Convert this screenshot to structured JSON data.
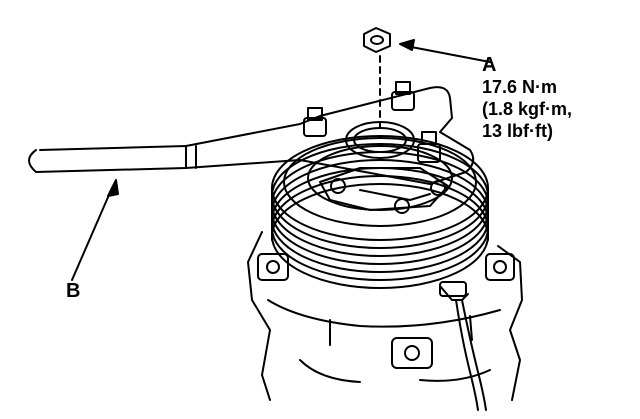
{
  "callouts": {
    "a": {
      "letter": "A",
      "torque_nm": "17.6 N·m",
      "torque_kgfm": "(1.8 kgf·m,",
      "torque_lbfft": "13 lbf·ft)"
    },
    "b": {
      "letter": "B"
    }
  },
  "colors": {
    "ink": "#000000",
    "paper": "#ffffff"
  }
}
